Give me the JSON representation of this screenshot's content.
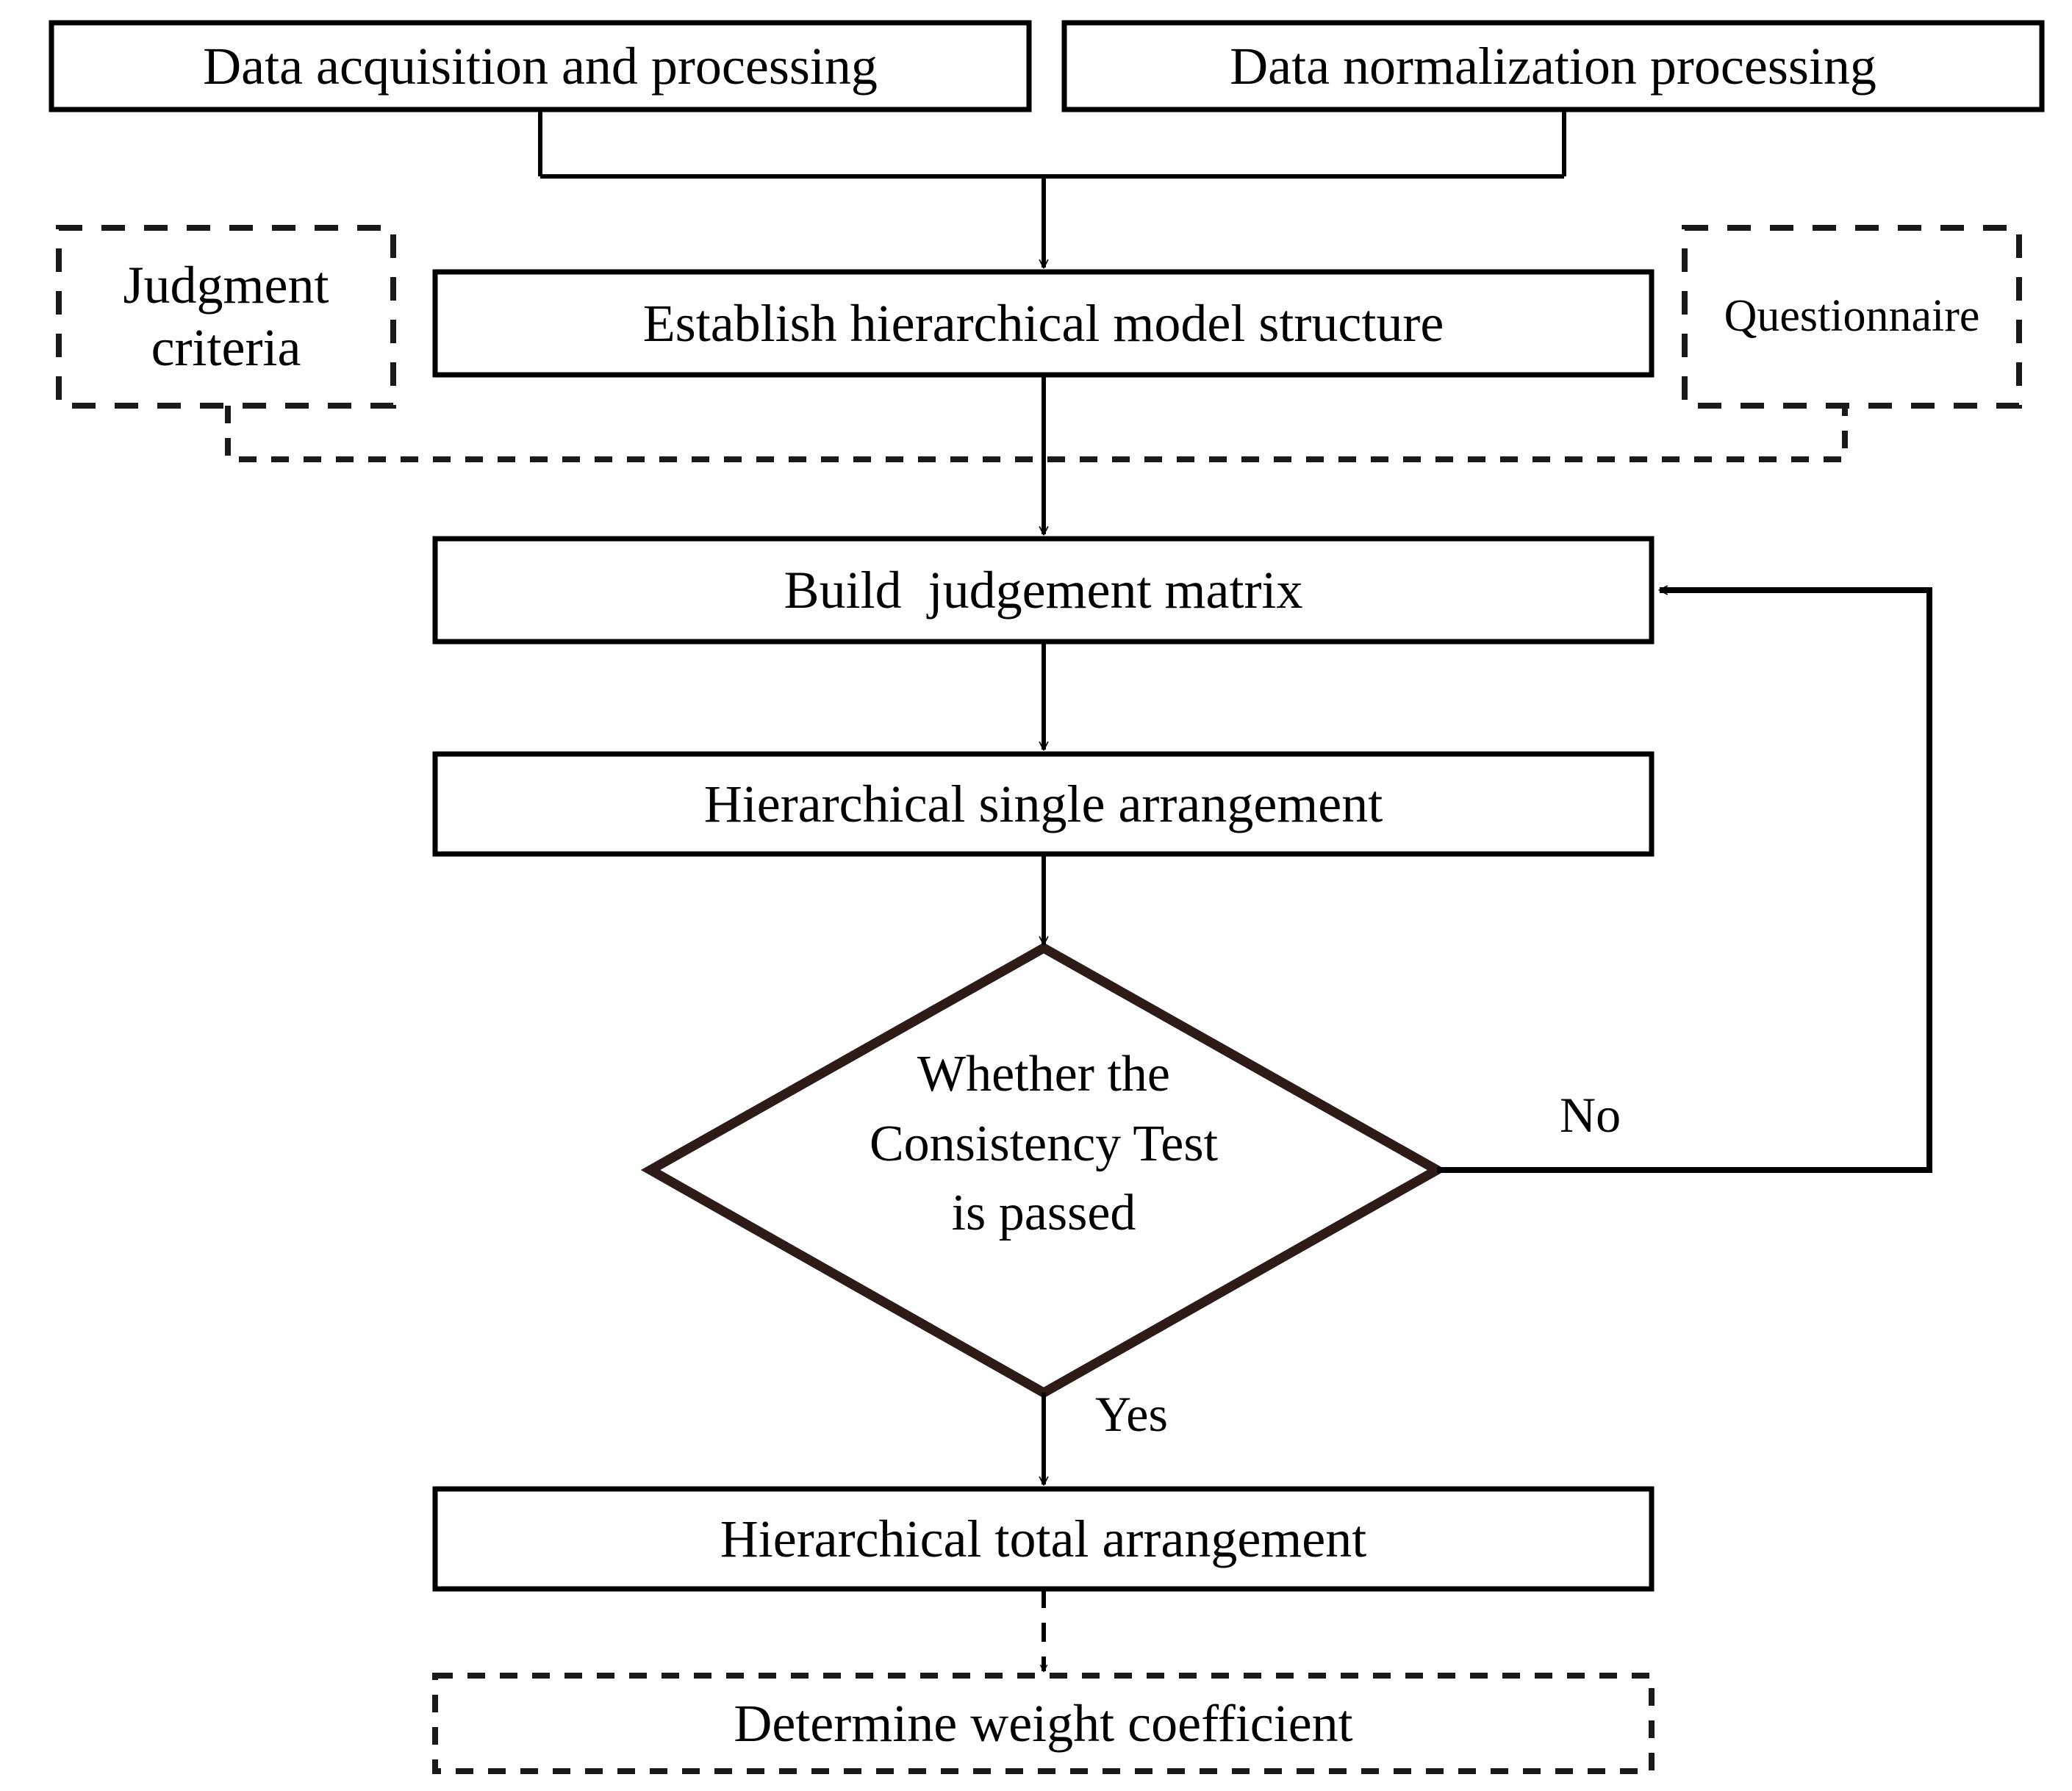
{
  "diagram": {
    "title": "AHP weight determination flowchart",
    "colors": {
      "background": "#ffffff",
      "stroke_solid": "#000000",
      "stroke_decision": "#2d1b18",
      "stroke_dashed": "#1a1a1a",
      "text": "#000000"
    },
    "nodes": [
      {
        "id": "data-acquisition",
        "label": "Data acquisition and processing",
        "shape": "rectangle",
        "border": "solid"
      },
      {
        "id": "data-normalization",
        "label": "Data normalization processing",
        "shape": "rectangle",
        "border": "solid"
      },
      {
        "id": "judgment-criteria",
        "label": "Judgment\ncriteria",
        "shape": "rectangle",
        "border": "dashed"
      },
      {
        "id": "establish-model",
        "label": "Establish hierarchical model structure",
        "shape": "rectangle",
        "border": "solid"
      },
      {
        "id": "questionnaire",
        "label": "Questionnaire",
        "shape": "rectangle",
        "border": "dashed"
      },
      {
        "id": "build-matrix",
        "label": "Build  judgement matrix",
        "shape": "rectangle",
        "border": "solid"
      },
      {
        "id": "single-arrangement",
        "label": "Hierarchical single arrangement",
        "shape": "rectangle",
        "border": "solid"
      },
      {
        "id": "consistency-test",
        "label": "Whether the\nConsistency Test\nis passed",
        "shape": "diamond",
        "border": "solid"
      },
      {
        "id": "total-arrangement",
        "label": "Hierarchical total arrangement",
        "shape": "rectangle",
        "border": "solid"
      },
      {
        "id": "weight-coefficient",
        "label": "Determine weight coefficient",
        "shape": "rectangle",
        "border": "dashed"
      }
    ],
    "edges": [
      {
        "id": "acq-to-model",
        "from": "data-acquisition",
        "to": "establish-model",
        "label": "",
        "style": "solid"
      },
      {
        "id": "norm-to-model",
        "from": "data-normalization",
        "to": "establish-model",
        "label": "",
        "style": "solid"
      },
      {
        "id": "model-to-matrix",
        "from": "establish-model",
        "to": "build-matrix",
        "label": "",
        "style": "solid"
      },
      {
        "id": "criteria-to-matrix",
        "from": "judgment-criteria",
        "to": "build-matrix",
        "label": "",
        "style": "dashed"
      },
      {
        "id": "questionnaire-to-matrix",
        "from": "questionnaire",
        "to": "build-matrix",
        "label": "",
        "style": "dashed"
      },
      {
        "id": "matrix-to-single",
        "from": "build-matrix",
        "to": "single-arrangement",
        "label": "",
        "style": "solid"
      },
      {
        "id": "single-to-test",
        "from": "single-arrangement",
        "to": "consistency-test",
        "label": "",
        "style": "solid"
      },
      {
        "id": "test-no-loop",
        "from": "consistency-test",
        "to": "build-matrix",
        "label": "No",
        "style": "solid"
      },
      {
        "id": "test-yes",
        "from": "consistency-test",
        "to": "total-arrangement",
        "label": "Yes",
        "style": "solid"
      },
      {
        "id": "total-to-weight",
        "from": "total-arrangement",
        "to": "weight-coefficient",
        "label": "",
        "style": "dashed"
      }
    ],
    "edge_labels": {
      "no": "No",
      "yes": "Yes"
    }
  }
}
